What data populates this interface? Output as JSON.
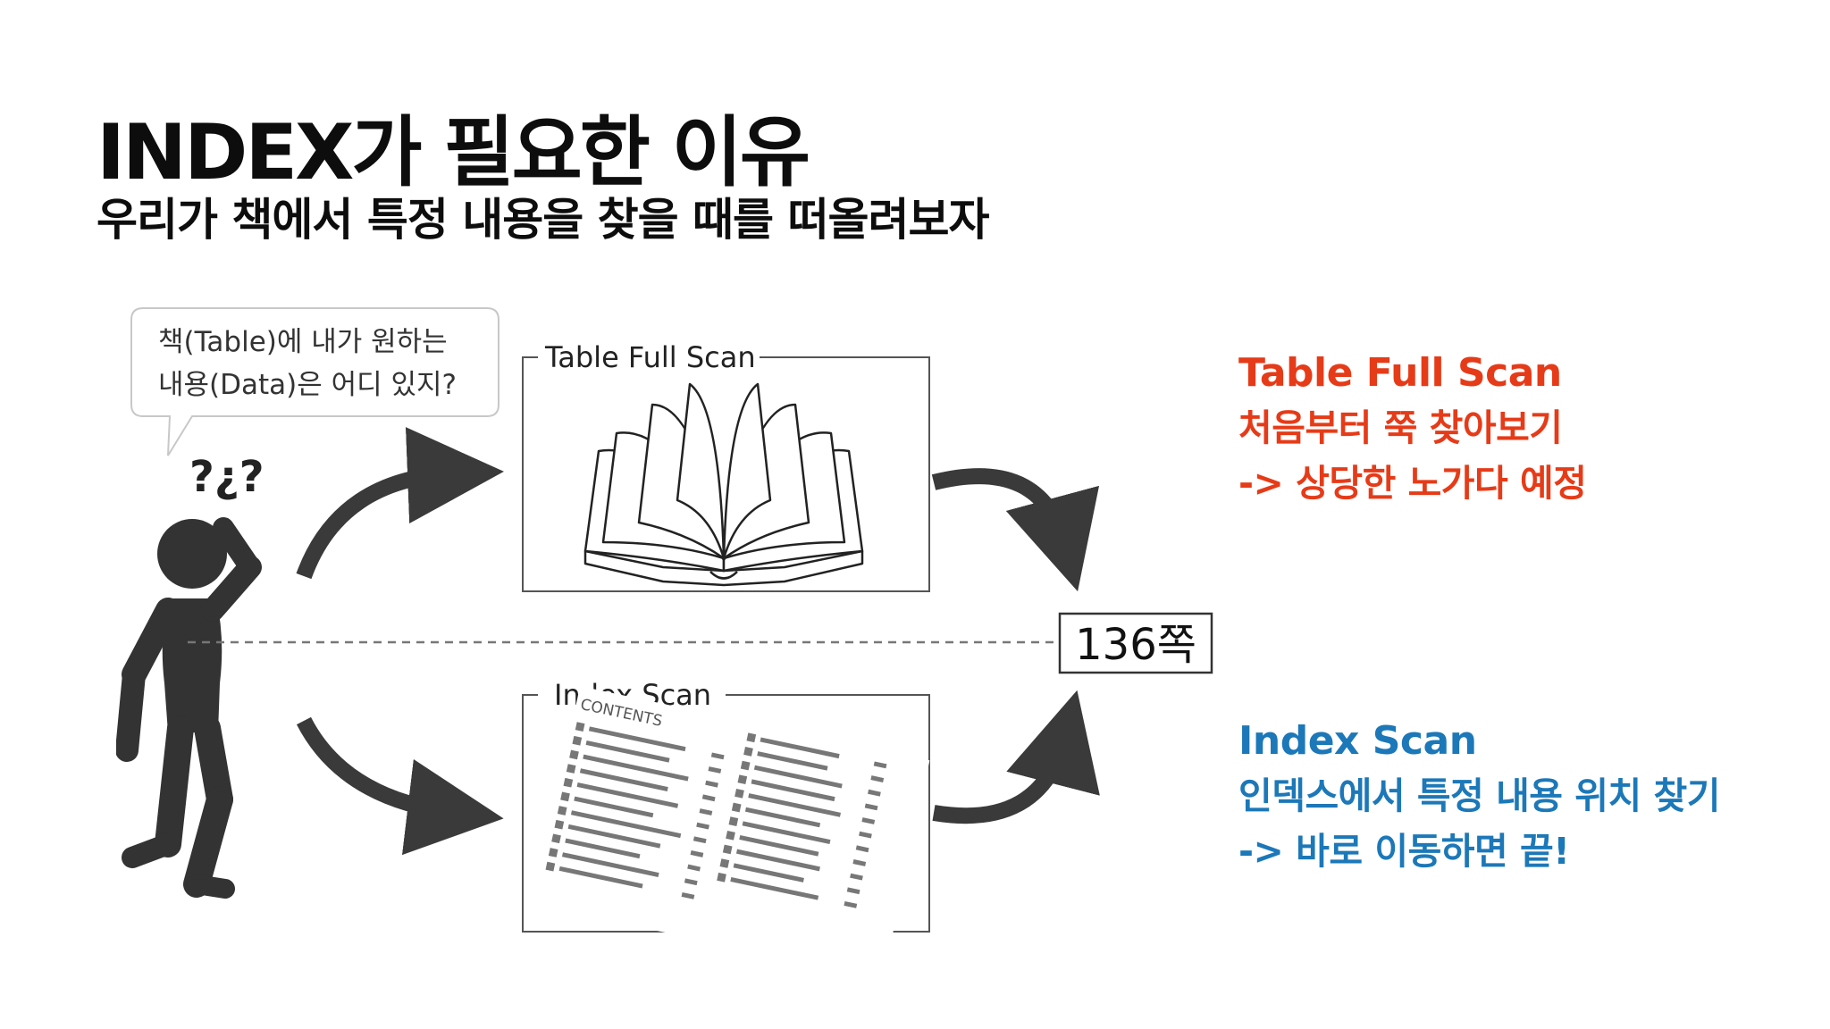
{
  "slide": {
    "title": "INDEX가 필요한 이유",
    "subtitle": "우리가 책에서 특정 내용을 찾을 때를 떠올려보자"
  },
  "illustration": {
    "speech_bubble": {
      "line1": "책(Table)에 내가 원하는",
      "line2": "내용(Data)은 어디 있지?"
    },
    "question_marks": "?¿?",
    "full_scan_frame_label": "Table Full Scan",
    "index_scan_frame_label": "Index Scan",
    "contents_heading": "CONTENTS",
    "target_page": "136쪽"
  },
  "annotations": {
    "full_scan": {
      "title": "Table Full Scan",
      "line1": "처음부터 쭉 찾아보기",
      "line2": "-> 상당한 노가다 예정",
      "color": "#e63b18"
    },
    "index_scan": {
      "title": "Index Scan",
      "line1": "인덱스에서 특정 내용 위치 찾기",
      "line2": "-> 바로 이동하면 끝!",
      "color": "#1c78b8"
    }
  }
}
